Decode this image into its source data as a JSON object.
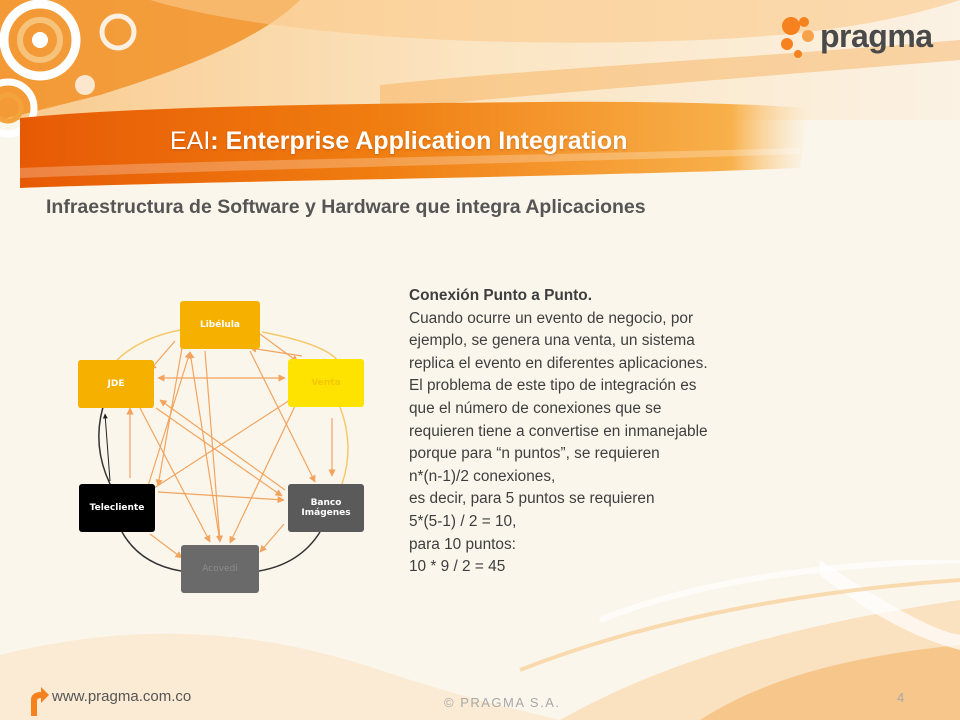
{
  "logo": {
    "text": "pragma"
  },
  "title": {
    "prefix": "EAI",
    "rest": ": Enterprise Application Integration"
  },
  "subtitle": "Infraestructura de Software y Hardware  que integra Aplicaciones",
  "diagram": {
    "nodes": {
      "libelula": "Libélula",
      "venta": "Venta",
      "banco_line1": "Banco",
      "banco_line2": "Imágenes",
      "acovedi": "Acovedi",
      "telecliente": "Telecliente",
      "jde": "JDE"
    },
    "colors": {
      "libelula": "#f6b100",
      "venta": "#ffe300",
      "banco": "#5a5a5a",
      "acovedi": "#6a6a6a",
      "telecliente": "#000000",
      "jde": "#f6b100",
      "arrows": "#f2a45e"
    }
  },
  "content": {
    "heading": "Conexión Punto a Punto.",
    "lines": [
      "Cuando ocurre un evento de negocio, por",
      "ejemplo, se genera una venta, un sistema",
      "replica el evento en diferentes aplicaciones.",
      "El problema de este tipo de integración es",
      "que el número de conexiones que se",
      "requieren tiene a convertise en inmanejable",
      "porque para “n puntos”, se requieren",
      "n*(n-1)/2 conexiones,",
      "es decir, para 5 puntos se requieren",
      "5*(5-1) / 2 = 10,",
      "para 10 puntos:",
      "10 * 9 / 2 = 45"
    ]
  },
  "footer": {
    "url": "www.pragma.com.co",
    "copyright": "© PRAGMA S.A.",
    "page_number": "4"
  },
  "icons": [
    "pragma-logo-icon",
    "url-arrow-icon"
  ]
}
